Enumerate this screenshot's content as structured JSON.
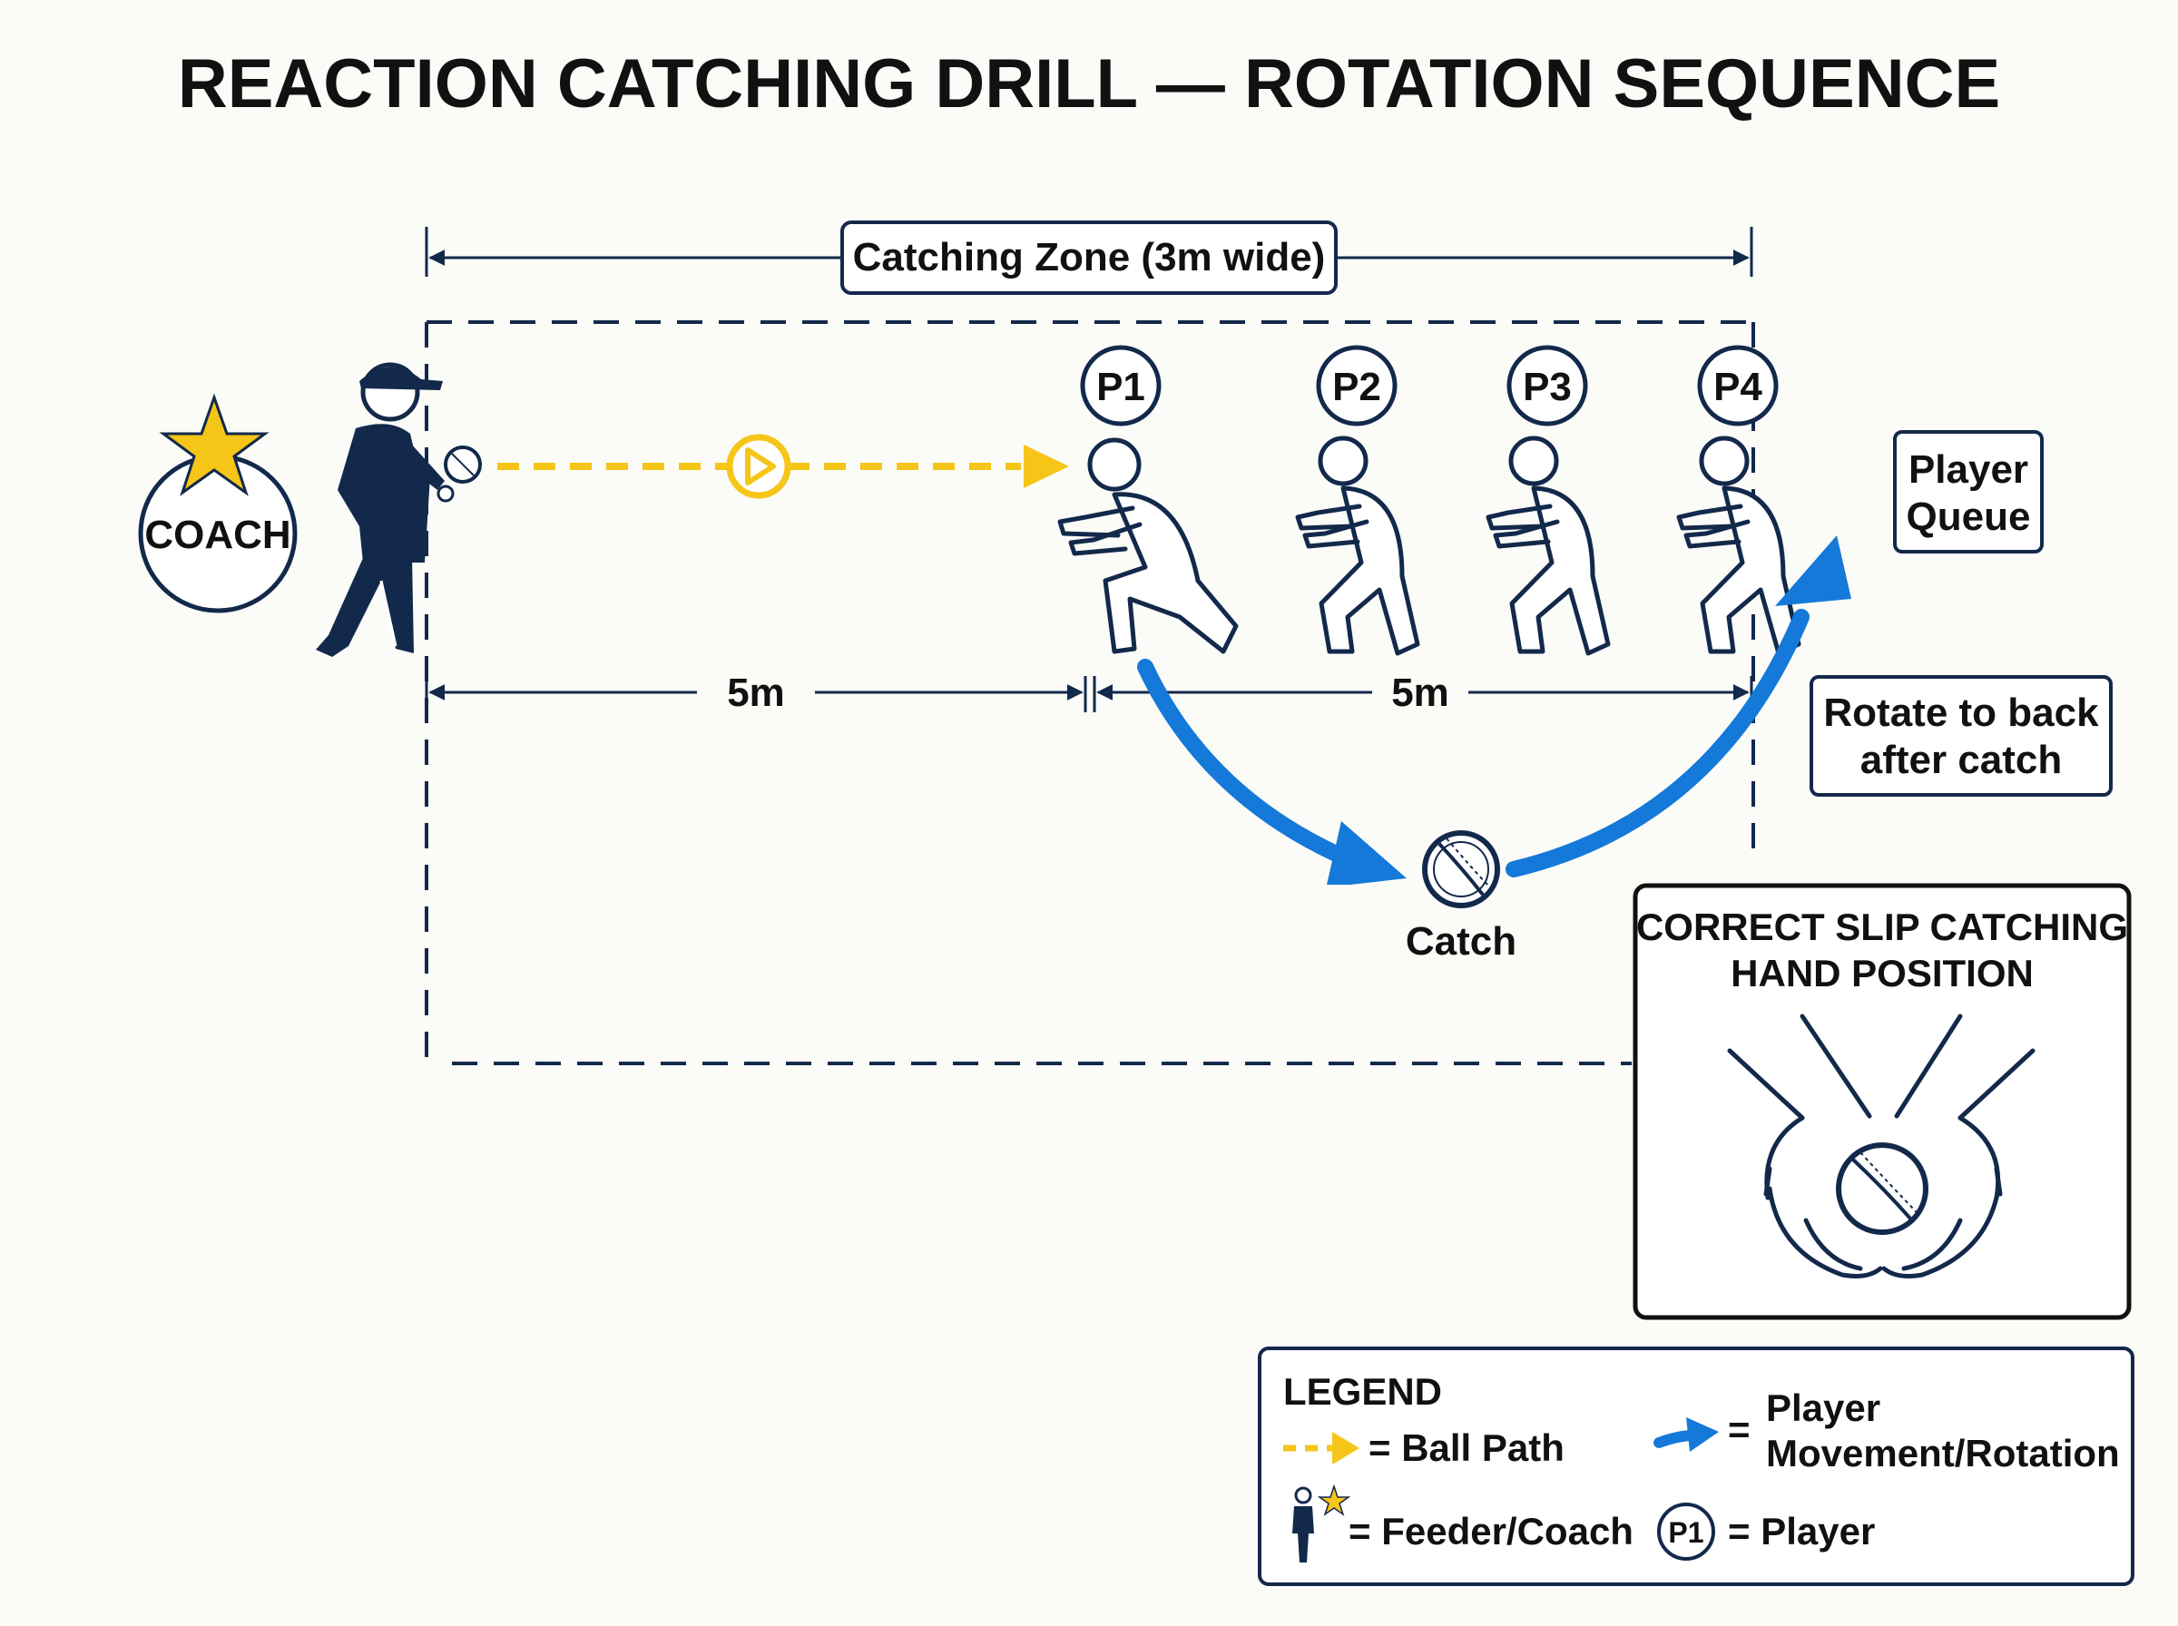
{
  "title": "REACTION CATCHING DRILL — ROTATION SEQUENCE",
  "zone_label": "Catching Zone (3m wide)",
  "coach_label": "COACH",
  "players": [
    "P1",
    "P2",
    "P3",
    "P4"
  ],
  "distance_1": "5m",
  "distance_2": "5m",
  "queue_label": [
    "Player",
    "Queue"
  ],
  "rotate_label": [
    "Rotate to back",
    "after catch"
  ],
  "catch_label": "Catch",
  "hand_box": {
    "title_line1": "CORRECT SLIP CATCHING",
    "title_line2": "HAND POSITION"
  },
  "legend": {
    "title": "LEGEND",
    "ball_path": "= Ball Path",
    "movement_line1": "Player",
    "movement_line2": "Movement/Rotation",
    "movement_eq": "=",
    "feeder": "= Feeder/Coach",
    "player_token": "P1",
    "player": "= Player"
  },
  "colors": {
    "navy": "#13294b",
    "yellow": "#f5c518",
    "blue": "#1479d8",
    "text": "#111111"
  }
}
